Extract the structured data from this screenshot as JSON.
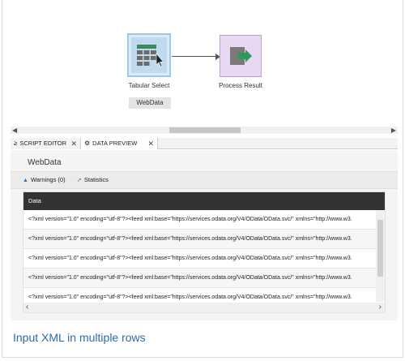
{
  "canvas": {
    "nodes": [
      {
        "label": "Tabular Select",
        "icon": "tabular-select-icon"
      },
      {
        "label": "Process Result",
        "icon": "process-result-icon"
      }
    ],
    "selected_chip": "WebData"
  },
  "tabs": [
    {
      "label": "SCRIPT EDITOR",
      "icon": "script-icon",
      "close": "✕"
    },
    {
      "label": "DATA PREVIEW",
      "icon": "preview-icon",
      "close": "✕"
    }
  ],
  "panel": {
    "title": "WebData",
    "toolbar": {
      "warnings": "Warnings (0)",
      "statistics": "Statistics"
    },
    "grid": {
      "header": "Data",
      "rows": [
        "<?xml version=\"1.0\" encoding=\"utf-8\"?><feed xml:base=\"https://services.odata.org/V4/OData/OData.svc/\" xmlns=\"http://www.w3.",
        "<?xml version=\"1.0\" encoding=\"utf-8\"?><feed xml:base=\"https://services.odata.org/V4/OData/OData.svc/\" xmlns=\"http://www.w3.",
        "<?xml version=\"1.0\" encoding=\"utf-8\"?><feed xml:base=\"https://services.odata.org/V4/OData/OData.svc/\" xmlns=\"http://www.w3.",
        "<?xml version=\"1.0\" encoding=\"utf-8\"?><feed xml:base=\"https://services.odata.org/V4/OData/OData.svc/\" xmlns=\"http://www.w3.",
        "<?xml version=\"1.0\" encoding=\"utf-8\"?><feed xml:base=\"https://services.odata.org/V4/OData/OData.svc/\" xmlns=\"http://www.w3."
      ]
    }
  },
  "caption": "Input XML in multiple rows",
  "colors": {
    "accent": "#2a6ca8",
    "grid_header": "#333333",
    "process_node": "#e8d8f2",
    "tabular_node": "#bfd9ef",
    "arrow_green": "#2e9a5a"
  }
}
